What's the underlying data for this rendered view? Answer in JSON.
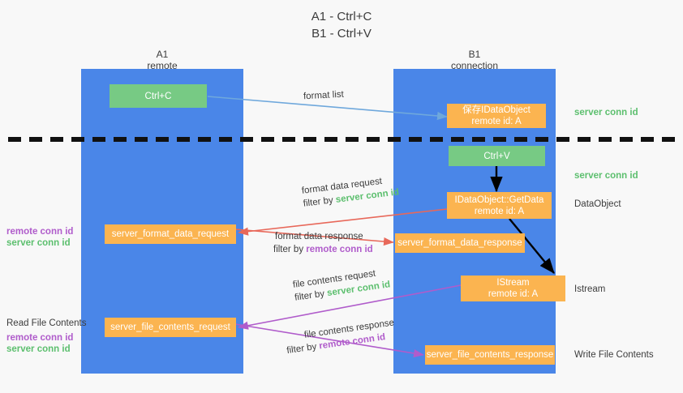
{
  "title": {
    "line1": "A1 - Ctrl+C",
    "line2": "B1 - Ctrl+V"
  },
  "columns": [
    {
      "name": "A1",
      "sub": "remote"
    },
    {
      "name": "B1",
      "sub": "connection"
    }
  ],
  "colors": {
    "lane": "#4a86e8",
    "box_green": "#77ca84",
    "box_orange": "#fbb450",
    "server_conn_id": "#5cbf6e",
    "remote_conn_id": "#b05ccb",
    "arrow_blue": "#6fa8dc",
    "arrow_red": "#e8685a",
    "arrow_purple": "#b05ccb",
    "arrow_black": "#000000",
    "background": "#f8f8f8"
  },
  "nodes": {
    "ctrl_c": {
      "label": "Ctrl+C"
    },
    "save_idataobject": {
      "line1": "保存IDataObject",
      "line2": "remote id: A"
    },
    "ctrl_v": {
      "label": "Ctrl+V"
    },
    "getdata": {
      "line1": "IDataObject::GetData",
      "line2": "remote id: A"
    },
    "istream": {
      "line1": "IStream",
      "line2": "remote id: A"
    },
    "server_format_data_request": {
      "label": "server_format_data_request"
    },
    "server_format_data_response": {
      "label": "server_format_data_response"
    },
    "server_file_contents_request": {
      "label": "server_file_contents_request"
    },
    "server_file_contents_response": {
      "label": "server_file_contents_response"
    }
  },
  "edge_labels": {
    "format_list": {
      "text": "format list"
    },
    "format_data_request": {
      "line1": "format data request",
      "line2_prefix": "filter by ",
      "line2_value": "server conn id"
    },
    "format_data_response": {
      "line1": "format data response",
      "line2_prefix": "filter by ",
      "line2_value": "remote conn id"
    },
    "file_contents_request": {
      "line1": "file contents request",
      "line2_prefix": "filter by ",
      "line2_value": "server conn id"
    },
    "file_contents_response": {
      "line1": "file contents response",
      "line2_prefix": "filter by ",
      "line2_value": "remote conn id"
    }
  },
  "right_annotations": [
    {
      "text": "server conn id",
      "kind": "green"
    },
    {
      "text": "server conn id",
      "kind": "green"
    },
    {
      "text": "DataObject",
      "kind": "dark"
    },
    {
      "text": "Istream",
      "kind": "dark"
    },
    {
      "text": "Write File Contents",
      "kind": "dark"
    }
  ],
  "left_annotations": {
    "group1": {
      "remote": "remote conn id",
      "server": "server conn id"
    },
    "group2": {
      "heading": "Read File Contents",
      "remote": "remote conn id",
      "server": "server conn id"
    }
  }
}
